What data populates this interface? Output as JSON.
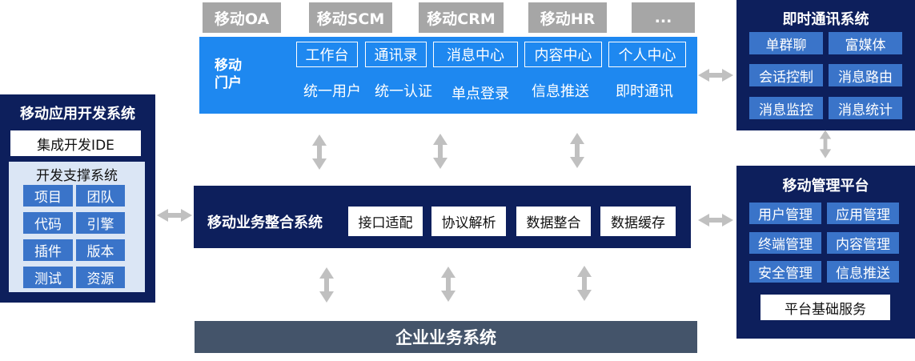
{
  "top_apps": [
    "移动OA",
    "移动SCM",
    "移动CRM",
    "移动HR",
    "..."
  ],
  "portal": {
    "title_line1": "移动",
    "title_line2": "门户",
    "modules": [
      "工作台",
      "通讯录",
      "消息中心",
      "内容中心",
      "个人中心"
    ],
    "services": [
      "统一用户",
      "统一认证",
      "单点登录",
      "信息推送",
      "即时通讯"
    ]
  },
  "dev_system": {
    "title": "移动应用开发系统",
    "ide": "集成开发IDE",
    "support_title": "开发支撑系统",
    "items": [
      "项目",
      "团队",
      "代码",
      "引擎",
      "插件",
      "版本",
      "测试",
      "资源"
    ]
  },
  "integration": {
    "title": "移动业务整合系统",
    "items": [
      "接口适配",
      "协议解析",
      "数据整合",
      "数据缓存"
    ]
  },
  "enterprise": {
    "title": "企业业务系统"
  },
  "im_system": {
    "title": "即时通讯系统",
    "items": [
      "单群聊",
      "富媒体",
      "会话控制",
      "消息路由",
      "消息监控",
      "消息统计"
    ]
  },
  "mgmt_platform": {
    "title": "移动管理平台",
    "items": [
      "用户管理",
      "应用管理",
      "终端管理",
      "内容管理",
      "安全管理",
      "信息推送"
    ],
    "base": "平台基础服务"
  },
  "colors": {
    "portal_blue": "#1e88f0",
    "navy": "#0d1f5c",
    "chip_blue": "#3a74c9",
    "enterprise_slate": "#44546a",
    "top_tab_grey": "#a6a6a6",
    "arrow_grey": "#c0c0c0"
  }
}
